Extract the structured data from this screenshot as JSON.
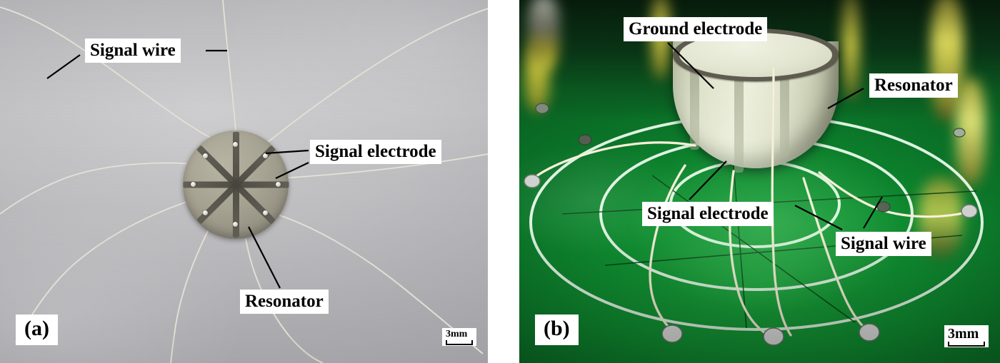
{
  "figure": {
    "panels": [
      {
        "tag": "(a)",
        "scale_bar": "3mm",
        "scene": "top view of planar disc resonator with eight radial signal electrodes and eight signal wires on a grey background",
        "labels": [
          {
            "text": "Signal wire",
            "name": "label-signal-wire-a"
          },
          {
            "text": "Signal electrode",
            "name": "label-signal-electrode-a"
          },
          {
            "text": "Resonator",
            "name": "label-resonator-a"
          }
        ]
      },
      {
        "tag": "(b)",
        "scale_bar": "3mm",
        "scene": "side view of hemispherical resonator mounted on a green printed circuit board with white silkscreen circles and soldered signal wires",
        "labels": [
          {
            "text": "Ground electrode",
            "name": "label-ground-electrode-b"
          },
          {
            "text": "Resonator",
            "name": "label-resonator-b"
          },
          {
            "text": "Signal electrode",
            "name": "label-signal-electrode-b"
          },
          {
            "text": "Signal wire",
            "name": "label-signal-wire-b"
          }
        ]
      }
    ],
    "colors": {
      "label_background": "#ffffff",
      "label_text": "#000000",
      "leader_line": "#000000",
      "panel_a_background": "#bfbfc3",
      "panel_b_pcb": "#0e8f30",
      "disc_electrode": "#4d4a42",
      "hemisphere_ceramic": "#e6e9d4",
      "hemisphere_rim": "#5e5b4e"
    }
  }
}
